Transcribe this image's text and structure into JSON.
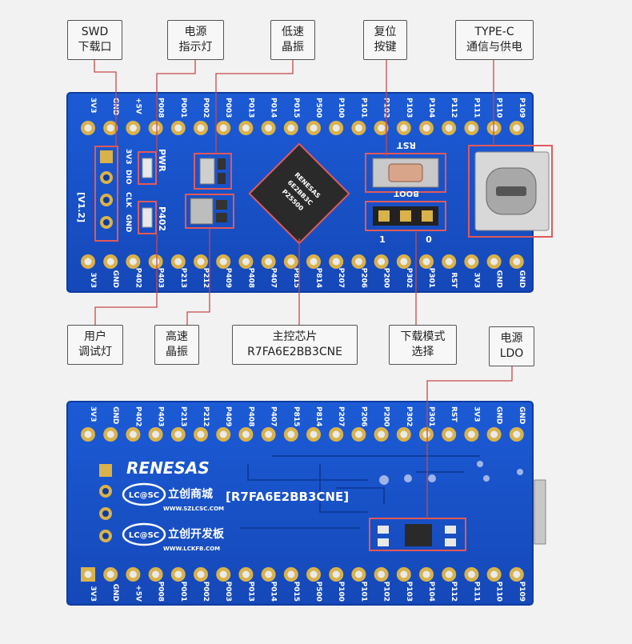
{
  "callouts_top": [
    {
      "line1": "SWD",
      "line2": "下载口"
    },
    {
      "line1": "电源",
      "line2": "指示灯"
    },
    {
      "line1": "低速",
      "line2": "晶振"
    },
    {
      "line1": "复位",
      "line2": "按键"
    },
    {
      "line1": "TYPE-C",
      "line2": "通信与供电"
    }
  ],
  "callouts_bottom": [
    {
      "line1": "用户",
      "line2": "调试灯"
    },
    {
      "line1": "高速",
      "line2": "晶振"
    },
    {
      "line1": "主控芯片",
      "line2": "R7FA6E2BB3CNE"
    },
    {
      "line1": "下载模式",
      "line2": "选择"
    },
    {
      "line1": "电源",
      "line2": "LDO"
    }
  ],
  "front_pins_top": [
    "3V3",
    "GND",
    "+5V",
    "P008",
    "P001",
    "P002",
    "P003",
    "P013",
    "P014",
    "P015",
    "P500",
    "P100",
    "P101",
    "P102",
    "P103",
    "P104",
    "P112",
    "P111",
    "P110",
    "P109"
  ],
  "front_pins_bottom": [
    "3V3",
    "GND",
    "P402",
    "P403",
    "P213",
    "P212",
    "P409",
    "P408",
    "P407",
    "P815",
    "P814",
    "P207",
    "P206",
    "P200",
    "P302",
    "P301",
    "RST",
    "3V3",
    "GND",
    "GND"
  ],
  "back_pins_top": [
    "3V3",
    "GND",
    "P402",
    "P403",
    "P213",
    "P212",
    "P409",
    "P408",
    "P407",
    "P815",
    "P814",
    "P207",
    "P206",
    "P200",
    "P302",
    "P301",
    "RST",
    "3V3",
    "GND",
    "GND"
  ],
  "back_pins_bottom": [
    "3V3",
    "GND",
    "+5V",
    "P008",
    "P001",
    "P002",
    "P003",
    "P013",
    "P014",
    "P015",
    "P500",
    "P100",
    "P101",
    "P102",
    "P103",
    "P104",
    "P112",
    "P111",
    "P110",
    "P109"
  ],
  "board": {
    "version": "[V1.2]",
    "swd_labels": [
      "3V3",
      "DIO",
      "CLK",
      "GND"
    ],
    "pwr_label": "PWR",
    "led_label": "P402",
    "rst_label": "RST",
    "boot_label": "BOOT",
    "boot_1": "1",
    "boot_0": "0",
    "chip_line1": "RENESAS",
    "chip_line2": "6E2BB3C",
    "chip_line3": "P25500",
    "renesas_logo": "RENESAS",
    "lcsc_1": "立创商城",
    "lcsc_1_url": "WWW.SZLCSC.COM",
    "part_name": "[R7FA6E2BB3CNE]",
    "lcsc_2": "立创开发板",
    "lcsc_2_url": "WWW.LCKFB.COM",
    "lc_logo": "LC@SC"
  },
  "colors": {
    "pcb": "#1650c8",
    "pcb_dark": "#0e3c9e",
    "pad": "#d9b24a",
    "highlight": "#e05a5a",
    "line": "#c84a4a"
  }
}
